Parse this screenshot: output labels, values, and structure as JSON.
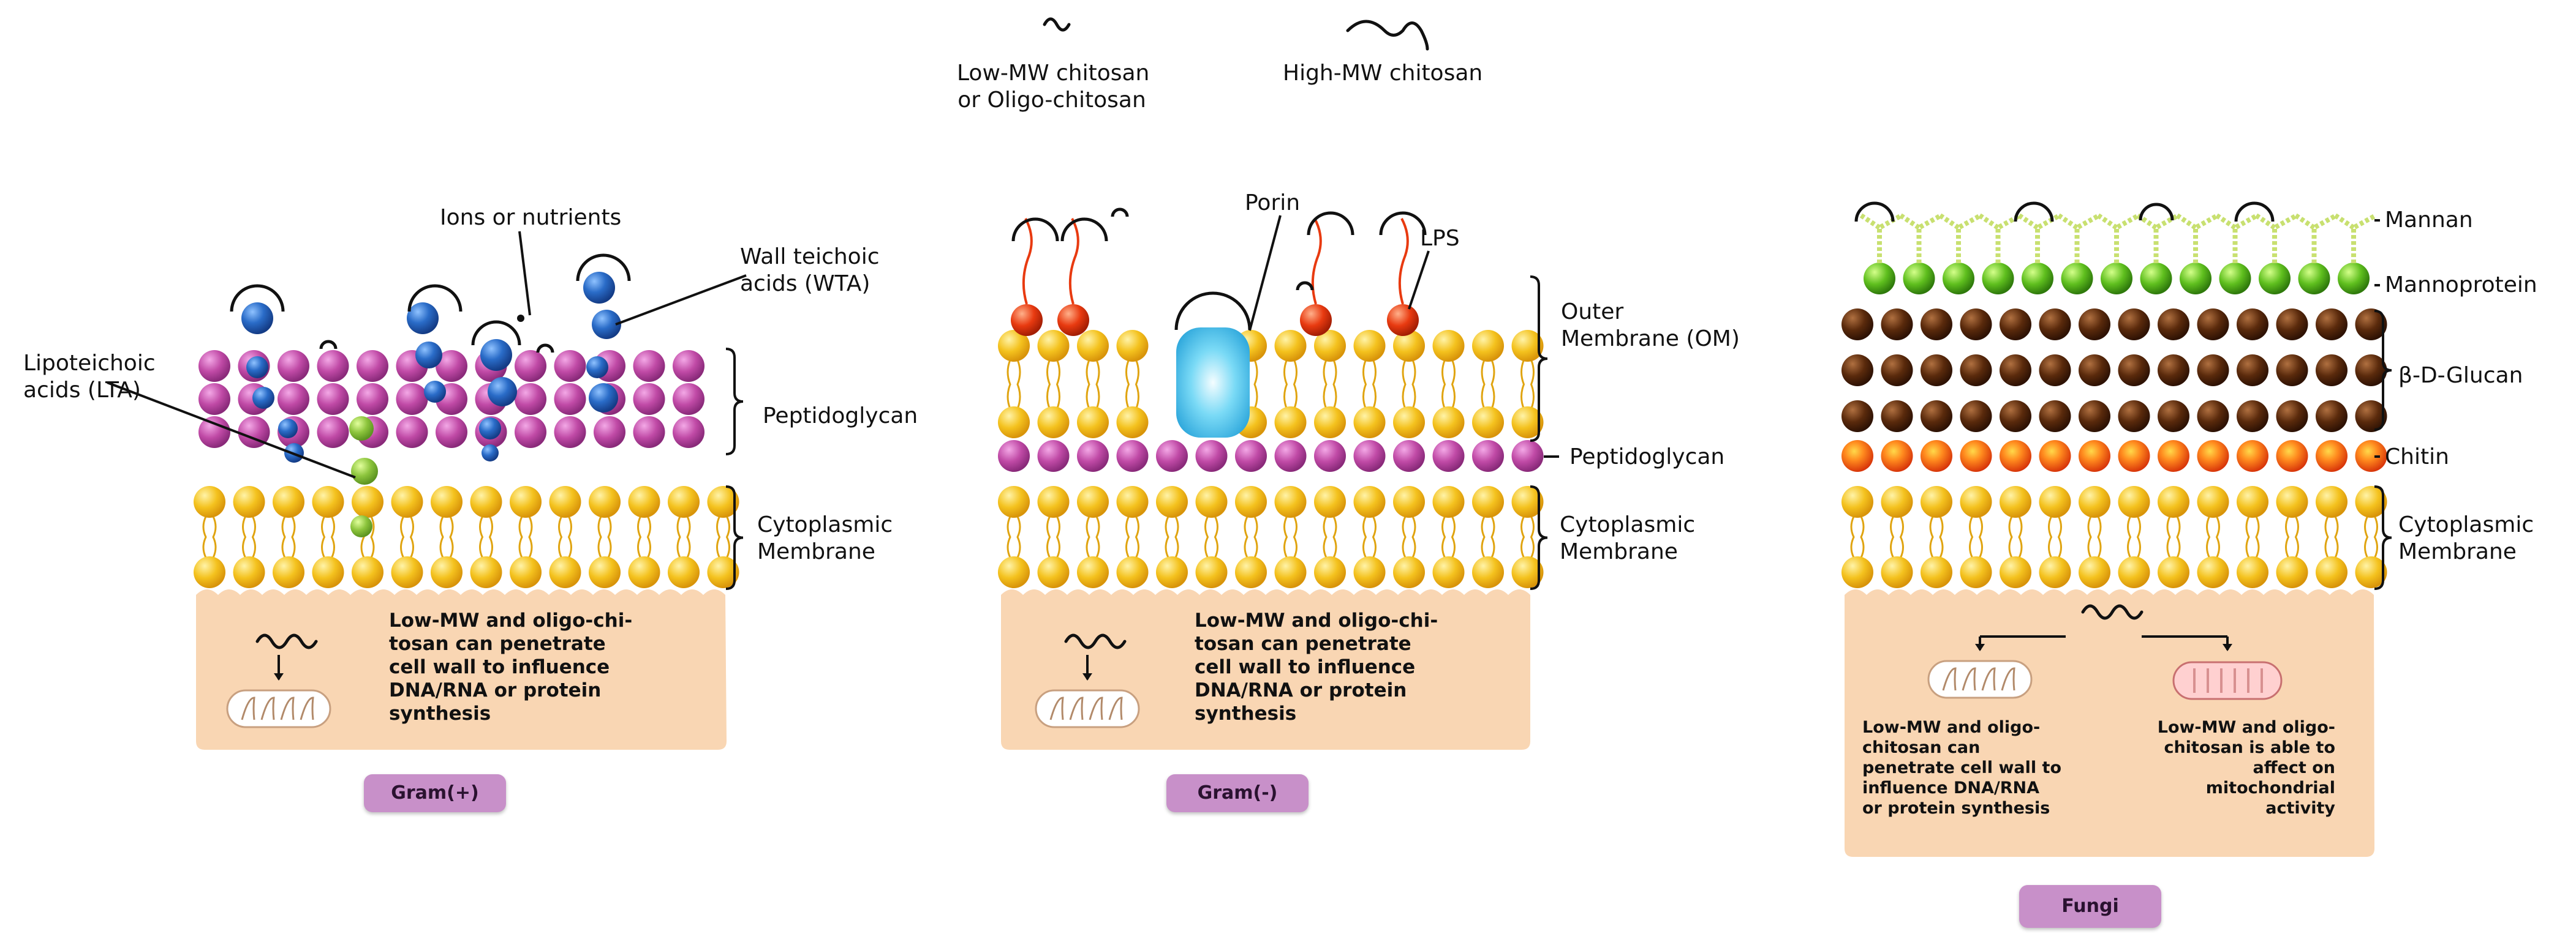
{
  "legend": {
    "low_mw_line1": "Low-MW chitosan",
    "low_mw_line2": "or Oligo-chitosan",
    "high_mw": "High-MW chitosan"
  },
  "gram_positive": {
    "ions": "Ions or nutrients",
    "wta_line1": "Wall teichoic",
    "wta_line2": "acids (WTA)",
    "lta_line1": "Lipoteichoic",
    "lta_line2": "acids (LTA)",
    "peptidoglycan": "Peptidoglycan",
    "membrane_line1": "Cytoplasmic",
    "membrane_line2": "Membrane",
    "note": "Low-MW and oligo-chi- tosan can penetrate cell wall to influence DNA/RNA or protein synthesis",
    "badge": "Gram(+)"
  },
  "gram_negative": {
    "porin": "Porin",
    "lps": "LPS",
    "om_line1": "Outer",
    "om_line2": "Membrane (OM)",
    "peptidoglycan": "Peptidoglycan",
    "membrane_line1": "Cytoplasmic",
    "membrane_line2": "Membrane",
    "note": "Low-MW and oligo-chi- tosan can penetrate cell wall to influence DNA/RNA or protein synthesis",
    "badge": "Gram(-)"
  },
  "fungi": {
    "mannan": "Mannan",
    "mannoprotein": "Mannoprotein",
    "glucan": "β-D-Glucan",
    "chitin": "Chitin",
    "membrane_line1": "Cytoplasmic",
    "membrane_line2": "Membrane",
    "note_left": "Low-MW and oligo-chitosan can penetrate cell wall to influence DNA/RNA or protein synthesis",
    "note_right": "Low-MW and oligo-chitosan is able to affect on mitochondrial activity",
    "badge": "Fungi"
  },
  "colors": {
    "peptidoglycan": "#c04aa6",
    "lipid_head": "#f2b51c",
    "teichoic": "#1e5bb5",
    "lta": "#8cc43c",
    "lps_red": "#e83a10",
    "porin": "#5fd0f0",
    "mannoprotein": "#5fbf1e",
    "glucan": "#5a2a0c",
    "chitin": "#ec5a14",
    "cytoplasm": "#f9d6b3",
    "badge": "#c890c9"
  }
}
